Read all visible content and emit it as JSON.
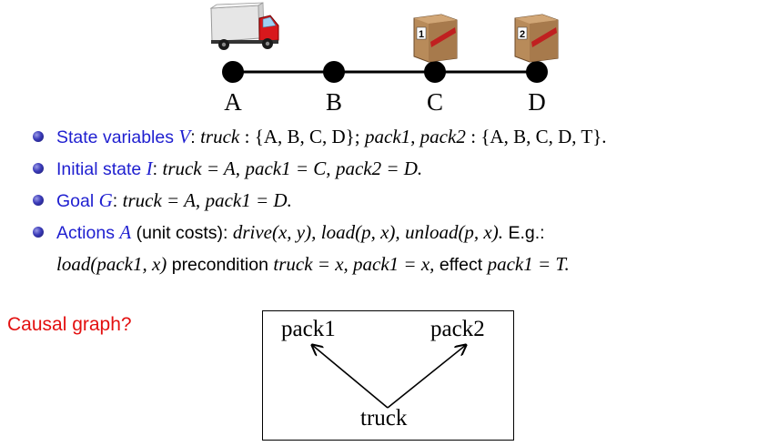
{
  "nodes": [
    {
      "id": "A",
      "label": "A"
    },
    {
      "id": "B",
      "label": "B"
    },
    {
      "id": "C",
      "label": "C"
    },
    {
      "id": "D",
      "label": "D"
    }
  ],
  "packages": [
    {
      "id": "pack1",
      "number": "1",
      "at": "C"
    },
    {
      "id": "pack2",
      "number": "2",
      "at": "D"
    }
  ],
  "truck": {
    "at": "A"
  },
  "bullets": {
    "state": {
      "head": "State variables",
      "sym": "V",
      "colon": ":",
      "v1": "truck",
      "dom1": ": {A, B, C, D};",
      "v2": "pack1, pack2",
      "dom2": ": {A, B, C, D, T}."
    },
    "initial": {
      "head": "Initial state",
      "sym": "I",
      "colon": ":",
      "a1": "truck = A,",
      "a2": "pack1 = C,",
      "a3": "pack2 = D."
    },
    "goal": {
      "head": "Goal",
      "sym": "G",
      "colon": ":",
      "a1": "truck = A,",
      "a2": "pack1 = D."
    },
    "actions": {
      "head": "Actions",
      "sym": "A",
      "paren": "(unit costs):",
      "act1": "drive(x, y),",
      "act2": "load(p, x),",
      "act3": "unload(p, x).",
      "eg": "E.g.:",
      "ex": "load(pack1, x)",
      "pre_word": "precondition",
      "pre": "truck = x, pack1 = x,",
      "eff_word": "effect",
      "eff": "pack1 = T."
    }
  },
  "causal": {
    "question": "Causal graph?",
    "nodes": {
      "pack1": "pack1",
      "pack2": "pack2",
      "truck": "truck"
    },
    "edges": [
      {
        "from": "truck",
        "to": "pack1"
      },
      {
        "from": "truck",
        "to": "pack2"
      }
    ]
  },
  "colors": {
    "accent": "#1f1fd0",
    "question": "#e31010",
    "truck_cab": "#d8181c",
    "box": "#b88b5a",
    "tape": "#c02020"
  }
}
